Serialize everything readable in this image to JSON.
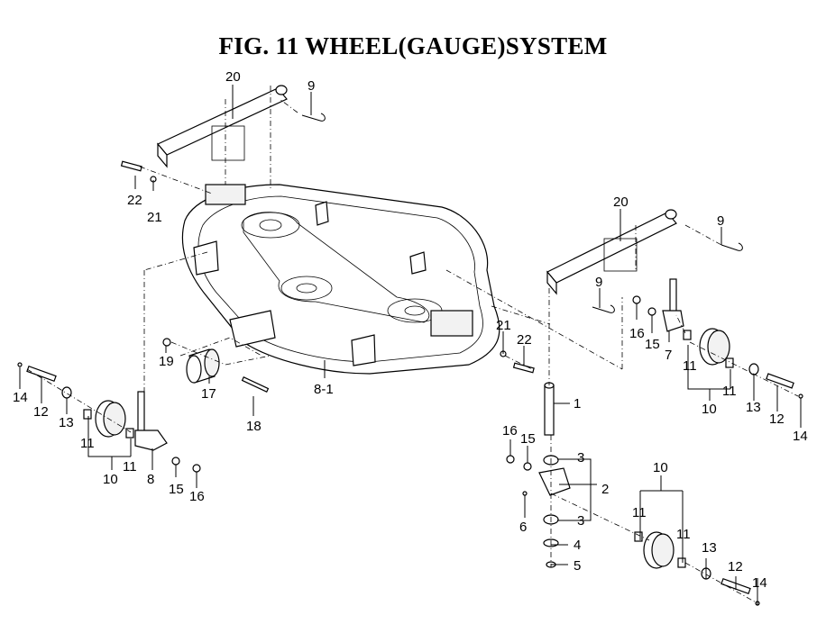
{
  "title": "FIG. 11  WHEEL(GAUGE)SYSTEM",
  "callouts": {
    "c1": "1",
    "c2": "2",
    "c3a": "3",
    "c3b": "3",
    "c4": "4",
    "c5": "5",
    "c6": "6",
    "c7": "7",
    "c8": "8",
    "c8_1": "8-1",
    "c9a": "9",
    "c9b": "9",
    "c9c": "9",
    "c10a": "10",
    "c10b": "10",
    "c10c": "10",
    "c11a": "11",
    "c11b": "11",
    "c11c": "11",
    "c11d": "11",
    "c11e": "11",
    "c11f": "11",
    "c12a": "12",
    "c12b": "12",
    "c12c": "12",
    "c13a": "13",
    "c13b": "13",
    "c13c": "13",
    "c14a": "14",
    "c14b": "14",
    "c14c": "14",
    "c15a": "15",
    "c15b": "15",
    "c15c": "15",
    "c16a": "16",
    "c16b": "16",
    "c16c": "16",
    "c17": "17",
    "c18": "18",
    "c19": "19",
    "c20a": "20",
    "c20b": "20",
    "c21a": "21",
    "c21b": "21",
    "c22a": "22",
    "c22b": "22"
  }
}
